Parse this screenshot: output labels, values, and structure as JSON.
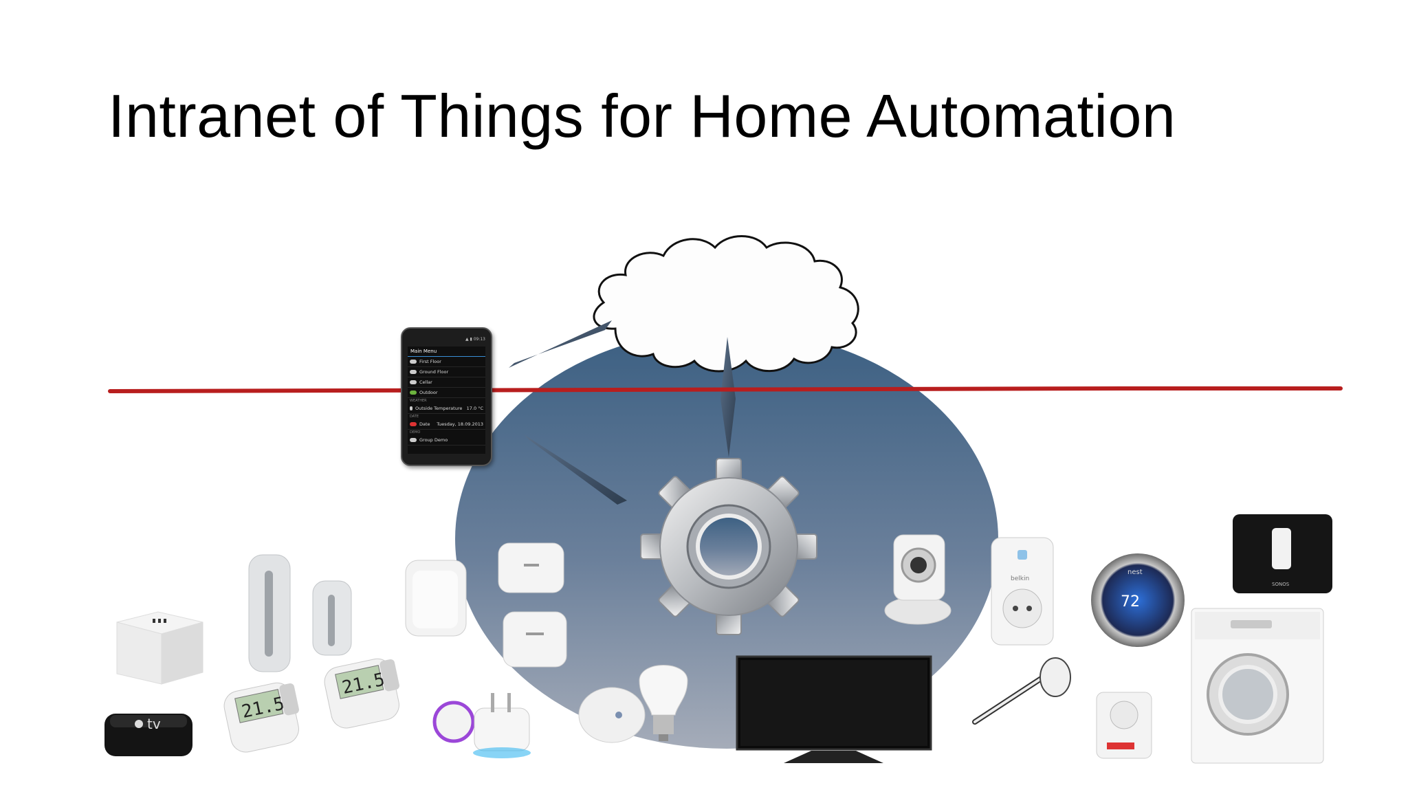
{
  "slide": {
    "title": "Intranet of Things for Home Automation"
  },
  "phone_app": {
    "menu_title": "Main Menu",
    "items": [
      {
        "label": "First Floor",
        "value": ""
      },
      {
        "label": "Ground Floor",
        "value": ""
      },
      {
        "label": "Cellar",
        "value": ""
      },
      {
        "label": "Outdoor",
        "value": ""
      }
    ],
    "section_weather": "WEATHER",
    "weather_item": {
      "label": "Outside Temperature",
      "value": "17.0 °C"
    },
    "section_date": "DATE",
    "date_item": {
      "label": "Date",
      "value": "Tuesday, 18.09.2013"
    },
    "section_demo": "DEMO",
    "demo_item": {
      "label": "Group Demo",
      "value": ""
    }
  },
  "devices": {
    "thermostat_display": "72",
    "trv_display_1": "21.5",
    "trv_display_2": "21.5",
    "appletv_label": "tv",
    "sonos_label": "SONOS",
    "nest_label": "nest",
    "belkin_label": "belkin"
  },
  "colors": {
    "firewall_line": "#b81e1e",
    "intranet_gradient_top": "#3b5f82",
    "intranet_gradient_bottom": "#9aa3b3"
  }
}
